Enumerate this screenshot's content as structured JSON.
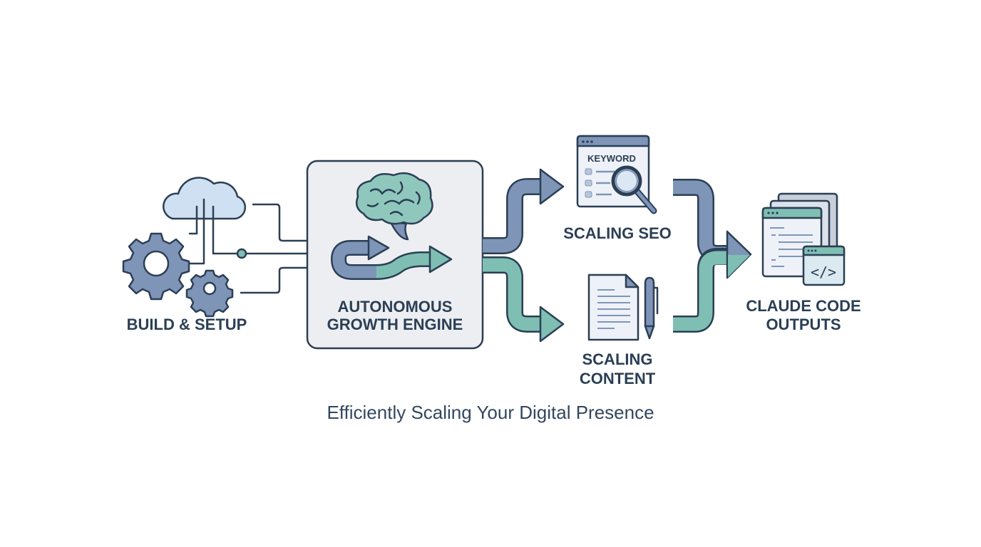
{
  "diagram": {
    "nodes": {
      "build": {
        "label": "BUILD & SETUP"
      },
      "engine": {
        "label_line1": "AUTONOMOUS",
        "label_line2": "GROWTH ENGINE"
      },
      "seo": {
        "label": "SCALING SEO",
        "window_text": "KEYWORD"
      },
      "content": {
        "label_line1": "SCALING",
        "label_line2": "CONTENT"
      },
      "outputs": {
        "label_line1": "CLAUDE CODE",
        "label_line2": "OUTPUTS",
        "code_glyph": "</>"
      }
    },
    "caption": "Efficiently Scaling Your Digital Presence",
    "colors": {
      "outline": "#2b3f55",
      "slate": "#7f95b8",
      "teal": "#7fbfb3",
      "cloud": "#cfe0f2",
      "panel": "#eceef1"
    }
  }
}
